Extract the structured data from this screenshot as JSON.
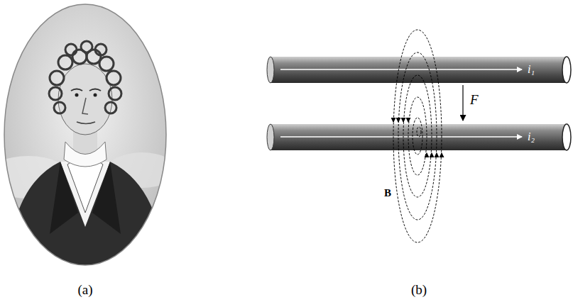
{
  "diagram": {
    "labels": [
      "(a)",
      "(b)",
      "i₁",
      "i₂",
      "F",
      "B"
    ]
  }
}
